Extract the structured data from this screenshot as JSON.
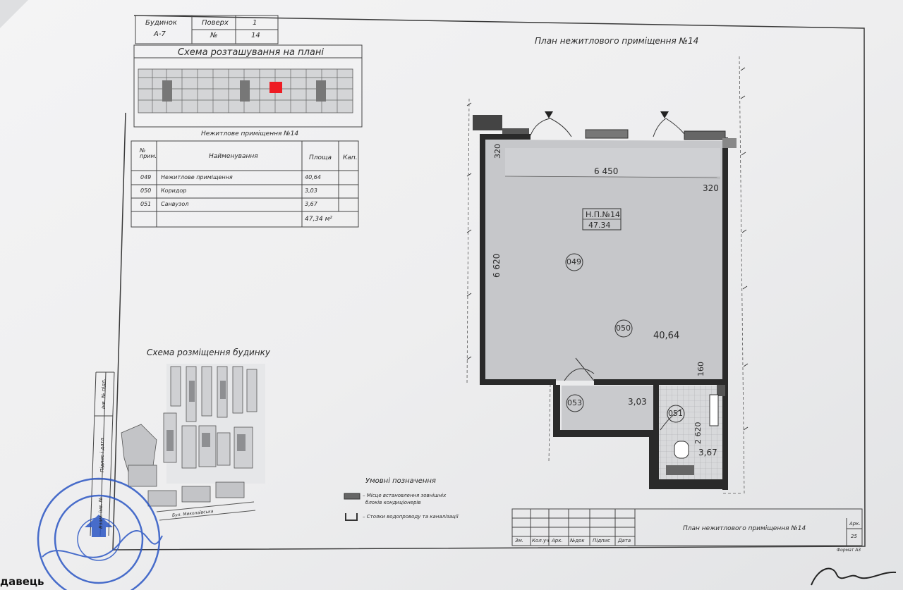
{
  "header_box": {
    "building_label": "Будинок",
    "building_value": "А-7",
    "floor_label": "Поверх",
    "floor_value": "1",
    "number_label": "№",
    "number_value": "14"
  },
  "location_scheme": {
    "title": "Схема розташування на плані"
  },
  "premise_table": {
    "title": "Нежитлове приміщення №14",
    "headers": {
      "num": "№ прим.",
      "name": "Найменування",
      "area": "Площа",
      "coef": "Кап."
    },
    "rows": [
      {
        "num": "049",
        "name": "Нежитлове приміщення",
        "area": "40,64",
        "coef": ""
      },
      {
        "num": "050",
        "name": "Коридор",
        "area": "3,03",
        "coef": ""
      },
      {
        "num": "051",
        "name": "Санвузол",
        "area": "3,67",
        "coef": ""
      }
    ],
    "total": "47,34 м²"
  },
  "plan": {
    "title": "План нежитлового приміщення №14",
    "dim_top": "6 450",
    "dim_left": "6 620",
    "dim_wall_top": "320",
    "dim_wall_right": "320",
    "dim_160": "160",
    "dim_2620": "2 620",
    "premise_label": "Н.П.№14",
    "premise_area": "47.34",
    "room_049": "049",
    "room_050": "050",
    "area_main": "40,64",
    "room_053": "053",
    "area_053": "3,03",
    "room_051": "051",
    "area_051": "3,67"
  },
  "building_scheme": {
    "title": "Схема розміщення будинку",
    "street": "Бул. Миколаївська"
  },
  "legend": {
    "title": "Умовні позначення",
    "item1_line1": "– Місце встановлення зовнішніх",
    "item1_line2": "блоків кондиціонерів",
    "item2": "– Стояки водопроводу та каналізації"
  },
  "title_block": {
    "cols": [
      "Зм.",
      "Кол.уч",
      "Арк.",
      "№док",
      "Підпис",
      "Дата"
    ],
    "drawing_title": "План нежитлового приміщення №14",
    "sheet_label": "Арк.",
    "sheet_num": "25",
    "format": "Формат А3"
  },
  "left_stamp": {
    "col1": "Інв. №  підл.",
    "col2": "Підпис і дата",
    "col3": "Взам. інв. №"
  },
  "bottom_text": "давець"
}
